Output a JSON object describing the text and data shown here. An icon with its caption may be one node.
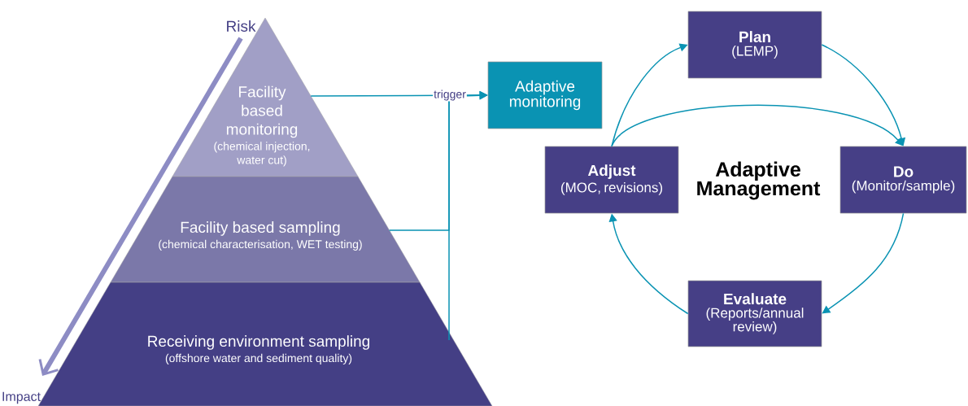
{
  "diagram": {
    "nodes": [
      {
        "text": [
          "Facility based monitoring",
          "(chemical injection, water cut)"
        ]
      },
      {
        "text": [
          "Facility based sampling",
          "(chemical characterisation, WET testing)"
        ]
      },
      {
        "text": [
          "Receiving environment sampling",
          "(offshore water and sediment quality)"
        ]
      },
      {
        "text": [
          "Adaptive monitoring"
        ]
      },
      {
        "text": [
          "Plan",
          "(LEMP)"
        ]
      },
      {
        "text": [
          "Do",
          "(Monitor/sample)"
        ]
      },
      {
        "text": [
          "Evaluate",
          "(Reports/annual review)"
        ]
      },
      {
        "text": [
          "Adjust",
          "(MOC, revisions)"
        ]
      }
    ],
    "edges": [
      {
        "from": 0,
        "to": 3,
        "arrow": "to",
        "label": "trigger"
      },
      {
        "from": 1,
        "to": 3,
        "arrow": "to"
      },
      {
        "from": 2,
        "to": 3,
        "arrow": "to"
      },
      {
        "from": 7,
        "to": 4,
        "arrow": "to"
      },
      {
        "from": 4,
        "to": 5,
        "arrow": "to"
      },
      {
        "from": 5,
        "to": 6,
        "arrow": "to"
      },
      {
        "from": 6,
        "to": 7,
        "arrow": "to"
      },
      {
        "from": 7,
        "to": 5,
        "arrow": "to"
      }
    ],
    "labels": [
      "Risk",
      "Impact",
      "Adaptive Management"
    ]
  }
}
